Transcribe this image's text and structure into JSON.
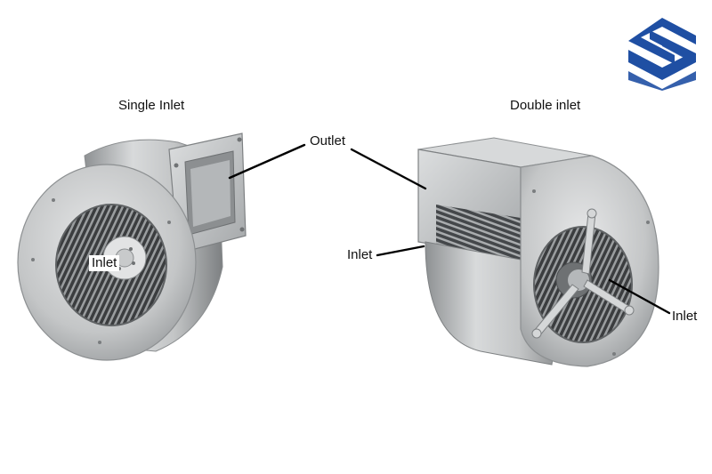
{
  "diagram": {
    "left_title": "Single Inlet",
    "right_title": "Double inlet",
    "callouts": {
      "outlet": "Outlet",
      "inlet_single": "Inlet",
      "inlet_double_side": "Inlet",
      "inlet_double_front": "Inlet"
    }
  },
  "logo": {
    "icon": "stacked-s-logo-icon",
    "color": "#1f4fa3"
  },
  "colors": {
    "housing": "#c9cbcc",
    "housing_dark": "#8d9092",
    "leader_line": "#000000"
  }
}
